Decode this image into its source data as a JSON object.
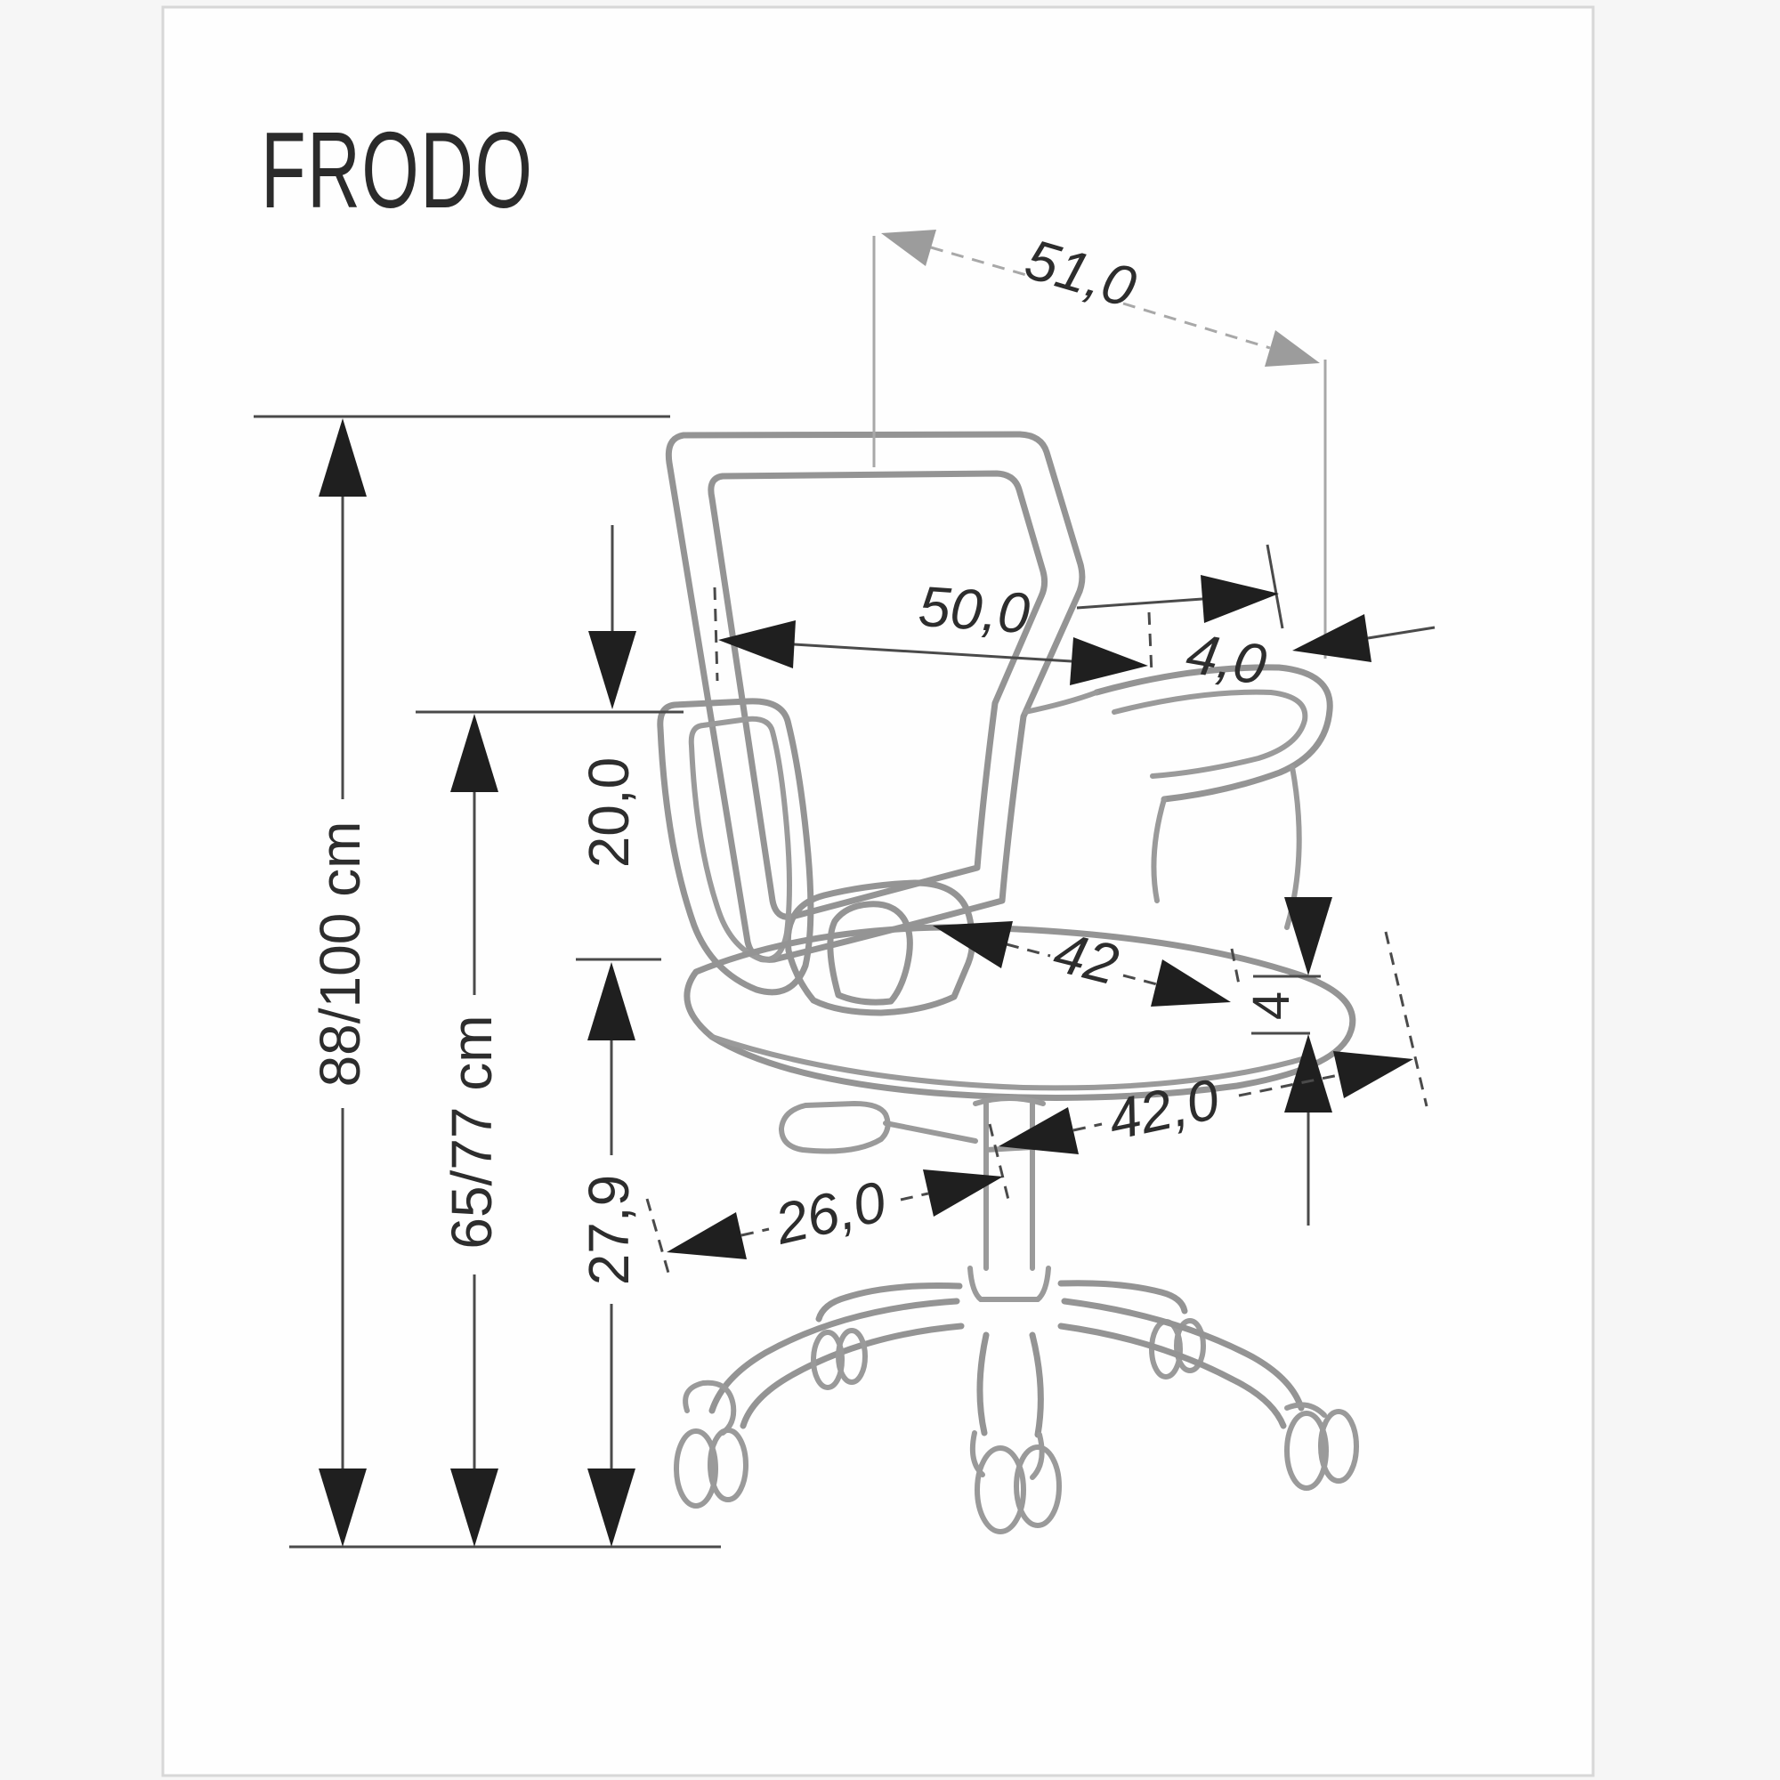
{
  "title": "FRODO",
  "colors": {
    "chair_line_gray": "#949494",
    "dimension_black": "#2d2d2d",
    "gray_arrow": "#9c9c9c",
    "page_border": "#d7d7d7"
  },
  "dimensions": {
    "depth": {
      "text": "51,0"
    },
    "back_width": {
      "text": "50,0"
    },
    "armrest_width": {
      "text": "4,0"
    },
    "back_to_armrest": {
      "text": "20,0"
    },
    "seat_depth": {
      "text": "42"
    },
    "seat_thickness": {
      "text": "4"
    },
    "seat_width": {
      "text": "42,0"
    },
    "base_arm_length": {
      "text": "26,0"
    },
    "base_height": {
      "text": "27,9"
    },
    "overall_height": {
      "text": "88/100 cm"
    },
    "armrest_height": {
      "text": "65/77 cm"
    }
  }
}
